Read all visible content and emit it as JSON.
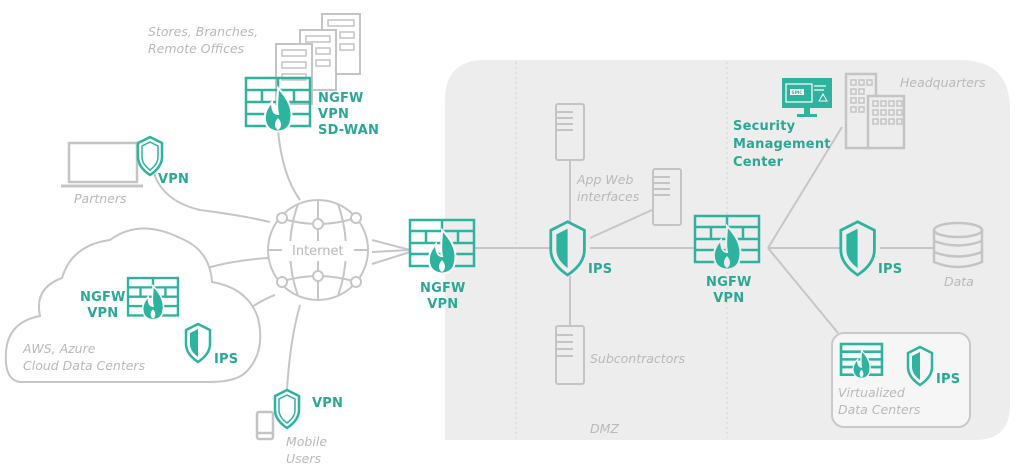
{
  "colors": {
    "accent": "#2db39e",
    "gray": "#c4c4c4",
    "zone": "#eeeded",
    "text_gray": "#b9b9b9"
  },
  "labels": {
    "branches": "Stores, Branches,\nRemote Offices",
    "branches_tag": "NGFW\nVPN\nSD-WAN",
    "partners": "Partners",
    "partners_tag": "VPN",
    "cloud": "AWS, Azure\nCloud Data Centers",
    "cloud_fw_tag": "NGFW\nVPN",
    "cloud_ips_tag": "IPS",
    "internet": "Internet",
    "mobile": "Mobile\nUsers",
    "mobile_tag": "VPN",
    "edge_fw_tag": "NGFW\nVPN",
    "app_web": "App Web\ninterfaces",
    "dmz_ips_tag": "IPS",
    "subcontractors": "Subcontractors",
    "dmz": "DMZ",
    "core_fw_tag": "NGFW\nVPN",
    "smc": "Security\nManagement\nCenter",
    "smc_screen": "SMC",
    "headquarters": "Headquarters",
    "data_ips_tag": "IPS",
    "data": "Data",
    "virt_ips_tag": "IPS",
    "virtualized": "Virtualized\nData Centers"
  },
  "icons": [
    "building-icon",
    "firewall-icon",
    "laptop-icon",
    "shield-icon",
    "cloud-icon",
    "globe-icon",
    "mobile-icon",
    "server-icon",
    "monitor-icon",
    "database-icon"
  ]
}
